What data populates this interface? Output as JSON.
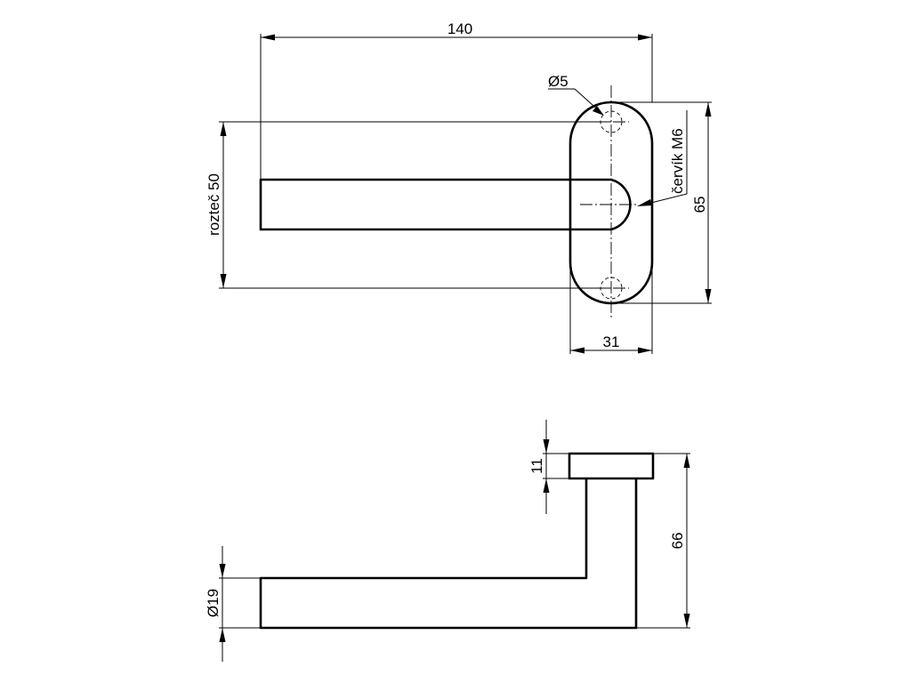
{
  "drawing": {
    "background": "#ffffff",
    "line_color": "#000000",
    "front_view": {
      "overall_length": "140",
      "hole_diameter": "Ø5",
      "set_screw": "červík M6",
      "hole_spacing": "rozteč 50",
      "rosette_height": "65",
      "rosette_width": "31"
    },
    "side_view": {
      "rosette_thickness": "11",
      "projection": "66",
      "lever_diameter": "Ø19"
    }
  }
}
